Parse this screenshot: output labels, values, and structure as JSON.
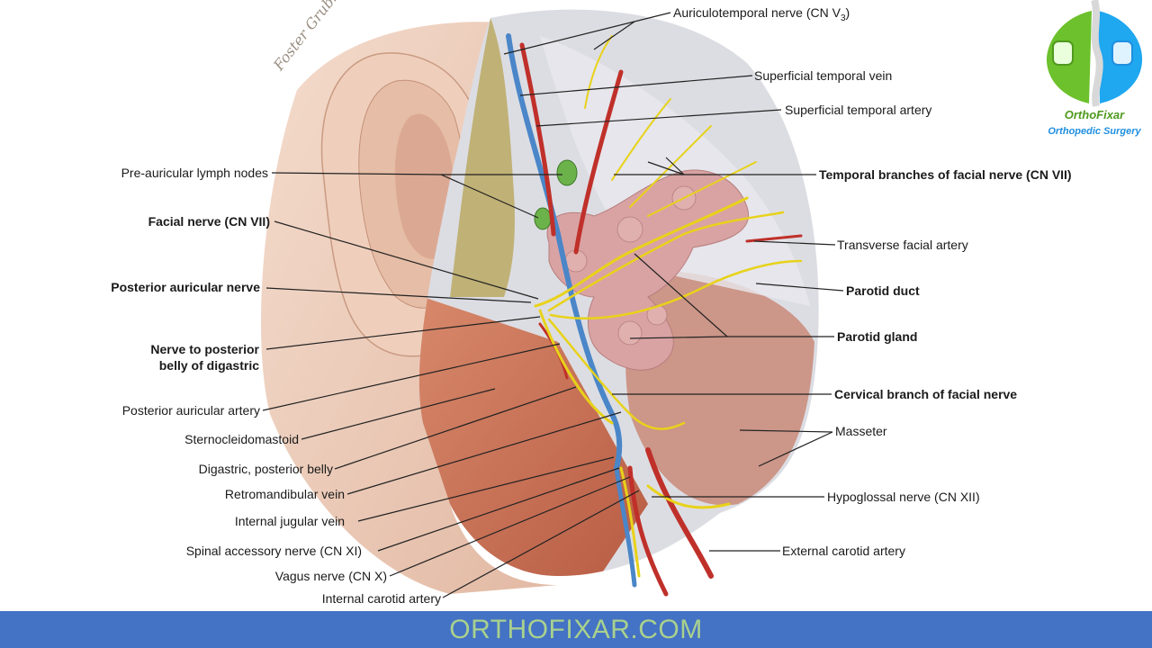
{
  "labels": {
    "auriculotemporal": "Auriculotemporal nerve (CN V",
    "auriculotemporal_sub": "3",
    "auriculotemporal_end": ")",
    "sup_temporal_vein": "Superficial temporal vein",
    "sup_temporal_artery": "Superficial temporal artery",
    "temporal_branches": "Temporal branches of facial nerve (CN VII)",
    "transverse_facial_artery": "Transverse facial artery",
    "parotid_duct": "Parotid duct",
    "parotid_gland": "Parotid gland",
    "cervical_branch": "Cervical branch of facial nerve",
    "masseter": "Masseter",
    "hypoglossal": "Hypoglossal nerve (CN XII)",
    "external_carotid": "External carotid artery",
    "preauricular_nodes": "Pre-auricular lymph nodes",
    "facial_nerve": "Facial nerve (CN VII)",
    "posterior_auricular_nerve": "Posterior auricular nerve",
    "nerve_post_belly_1": "Nerve to posterior",
    "nerve_post_belly_2": "belly of digastric",
    "posterior_auricular_artery": "Posterior auricular artery",
    "sternocleidomastoid": "Sternocleidomastoid",
    "digastric_posterior_belly": "Digastric, posterior belly",
    "retromandibular_vein": "Retromandibular vein",
    "internal_jugular_vein": "Internal jugular vein",
    "spinal_accessory": "Spinal accessory nerve (CN XI)",
    "vagus": "Vagus nerve (CN X)",
    "internal_carotid": "Internal carotid artery"
  },
  "logo": {
    "name": "OrthoFixar",
    "subtitle": "Orthopedic Surgery"
  },
  "signature": "Foster Grubb",
  "footer": {
    "text": "ORTHOFIXAR.COM"
  },
  "colors": {
    "footer_bg": "#4472c4",
    "footer_text": "#a9d18e",
    "nerve": "#e8d21a",
    "artery": "#c0302a",
    "vein": "#4a86c8",
    "gland": "#d9a3a3",
    "muscle": "#c96a4e"
  }
}
